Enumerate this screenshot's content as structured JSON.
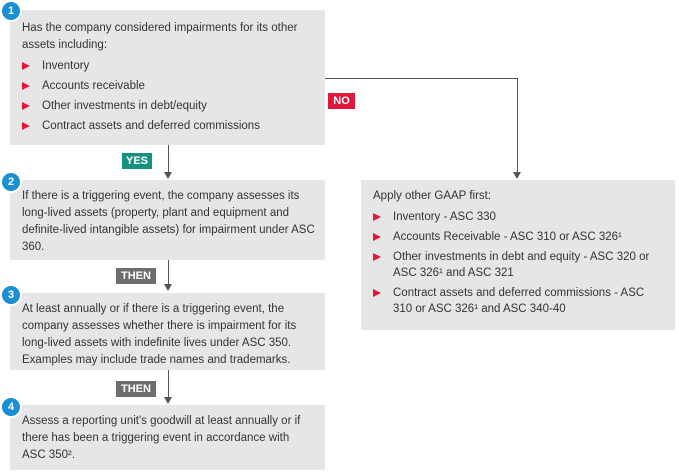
{
  "steps": [
    {
      "number": "1",
      "text": "Has the company considered impairments for its other assets including:",
      "items": [
        "Inventory",
        "Accounts receivable",
        "Other investments in debt/equity",
        "Contract assets and deferred commissions"
      ]
    },
    {
      "number": "2",
      "text": "If there is a triggering event, the company assesses its long-lived assets (property, plant and equipment and definite-lived intangible assets) for impairment under ASC 360."
    },
    {
      "number": "3",
      "text": "At least annually or if there is a triggering event, the company assesses whether there is impairment for its long-lived assets with indefinite lives under ASC 350. Examples may include trade names and trademarks."
    },
    {
      "number": "4",
      "text": "Assess a reporting unit's goodwill at least annually or if there has been a triggering event in accordance with ASC 350²."
    }
  ],
  "labels": {
    "yes": "YES",
    "no": "NO",
    "then1": "THEN",
    "then2": "THEN"
  },
  "other": {
    "title": "Apply other GAAP first:",
    "items": [
      "Inventory - ASC 330",
      "Accounts Receivable - ASC 310 or ASC 326¹",
      "Other investments in debt and equity - ASC 320 or ASC 326¹ and ASC 321",
      "Contract assets and deferred commissions - ASC 310 or ASC 326¹ and ASC 340-40"
    ]
  },
  "colors": {
    "blue": "#1a8fd1",
    "red": "#e2173a",
    "teal": "#14917f",
    "gray": "#6d6e70"
  }
}
